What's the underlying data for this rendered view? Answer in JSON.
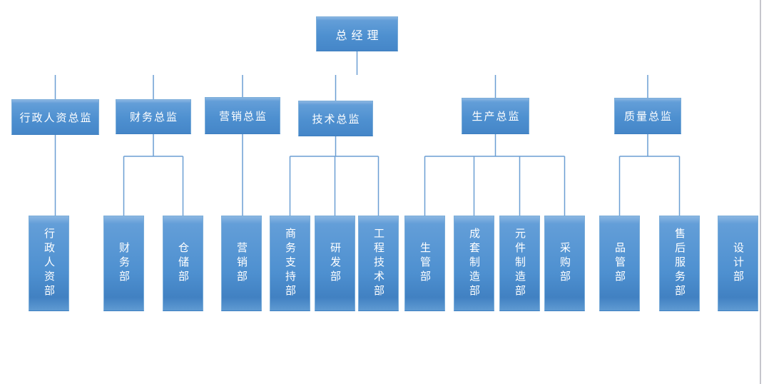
{
  "org_chart": {
    "root": {
      "label": "总经理"
    },
    "groups": [
      {
        "director": {
          "label": "行政人资总监"
        },
        "departments": [
          {
            "label": "行政人资部"
          }
        ]
      },
      {
        "director": {
          "label": "财务总监"
        },
        "departments": [
          {
            "label": "财务部"
          },
          {
            "label": "仓储部"
          }
        ]
      },
      {
        "director": {
          "label": "营销总监"
        },
        "departments": [
          {
            "label": "营销部"
          }
        ]
      },
      {
        "director": {
          "label": "技术总监"
        },
        "departments": [
          {
            "label": "商务支持部"
          },
          {
            "label": "研发部"
          },
          {
            "label": "工程技术部"
          }
        ]
      },
      {
        "director": {
          "label": "生产总监"
        },
        "departments": [
          {
            "label": "生管部"
          },
          {
            "label": "成套制造部"
          },
          {
            "label": "元件制造部"
          },
          {
            "label": "采购部"
          }
        ]
      },
      {
        "director": {
          "label": "质量总监"
        },
        "departments": [
          {
            "label": "品管部"
          },
          {
            "label": "售后服务部"
          }
        ]
      },
      {
        "director": null,
        "departments": [
          {
            "label": "设计部"
          }
        ]
      }
    ]
  },
  "colors": {
    "node_fill_top": "#8ab6e2",
    "node_fill_highlight": "#639ed8",
    "node_fill_main": "#4e90d0",
    "node_fill_bottom": "#4586c8",
    "node_border": "#7badd9",
    "node_border_dark": "#3e7fc0",
    "node_text": "#ffffff",
    "connector": "#6b9ed3",
    "connector_light": "#b9d2eb",
    "page_edge": "#c6c6cc"
  }
}
